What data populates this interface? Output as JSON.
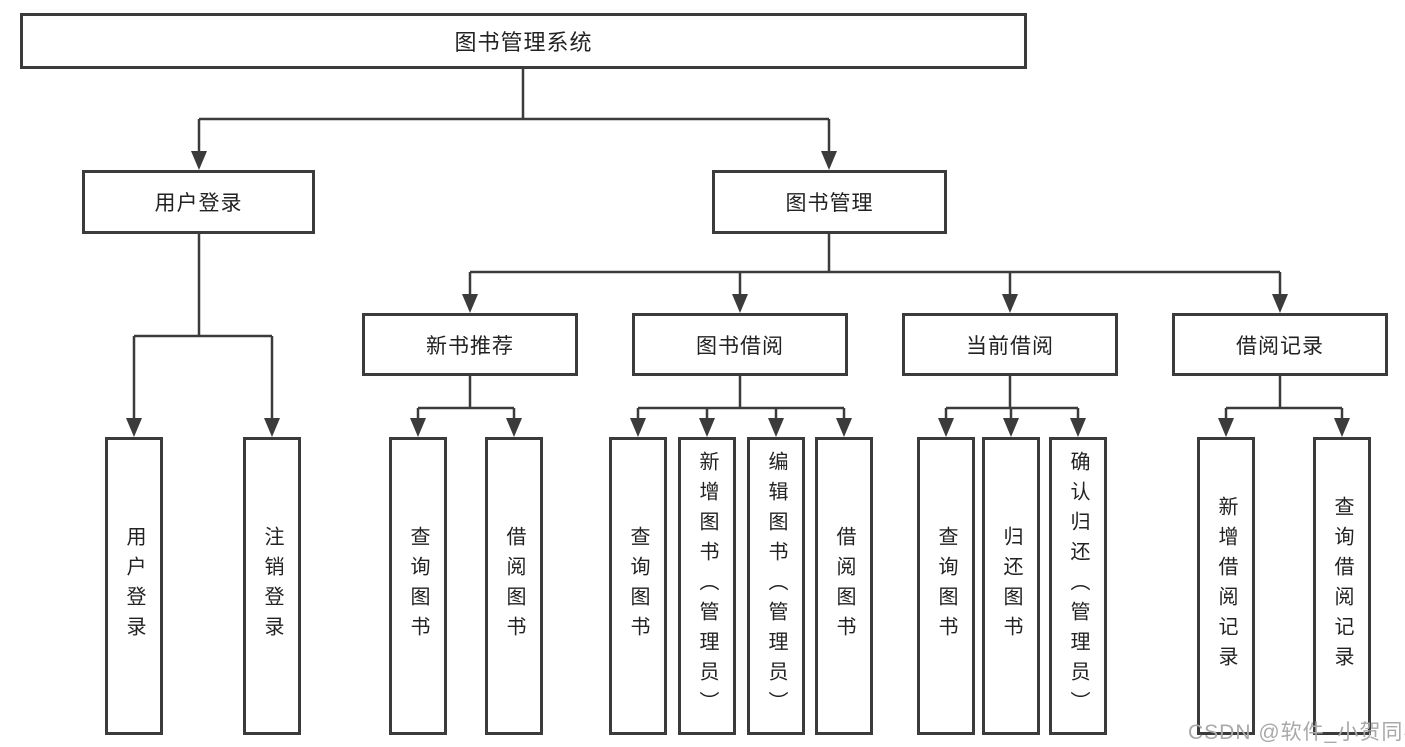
{
  "tree": {
    "root": {
      "label": "图书管理系统"
    },
    "branches": [
      {
        "label": "用户登录",
        "children": [
          "用户登录",
          "注销登录"
        ]
      },
      {
        "label": "图书管理",
        "children": [
          {
            "label": "新书推荐",
            "children": [
              "查询图书",
              "借阅图书"
            ]
          },
          {
            "label": "图书借阅",
            "children": [
              "查询图书",
              "新增图书（管理员）",
              "编辑图书（管理员）",
              "借阅图书"
            ]
          },
          {
            "label": "当前借阅",
            "children": [
              "查询图书",
              "归还图书",
              "确认归还（管理员）"
            ]
          },
          {
            "label": "借阅记录",
            "children": [
              "新增借阅记录",
              "查询借阅记录"
            ]
          }
        ]
      }
    ]
  },
  "watermark": "CSDN @软件_小贺同学",
  "colors": {
    "line": "#3b3b3b",
    "text": "#222222",
    "watermark": "#a9a9a9",
    "background": "#ffffff"
  }
}
